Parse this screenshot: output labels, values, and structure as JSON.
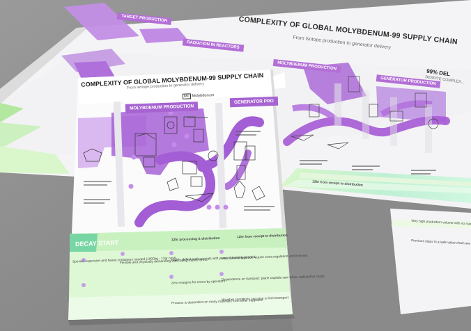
{
  "back_sheet": {
    "title": "COMPLEXITY OF GLOBAL MOLYBDENUM-99 SUPPLY CHAIN",
    "subtitle": "From isotope production to generator delivery",
    "tags": [
      "TARGET PRODUCTION",
      "RADIATION IN REACTORS",
      "MOLYBDENUM PRODUCTION",
      "GENERATOR PRODUCTION"
    ],
    "right_title": "99% DEL",
    "right_sub": "DESPITE COMPLEX..."
  },
  "front_sheet": {
    "title": "COMPLEXITY OF GLOBAL MOLYBDENUM-99 SUPPLY CHAIN",
    "subtitle": "From isotope production to generator delivery",
    "logo": "Molybdenum",
    "phases": [
      "MOLYBDENUM PRODUCTION",
      "GENERATOR PRO"
    ],
    "decay_label": "DECAY START",
    "notes": [
      "Special, expensive and heavy containers needed (1000kg - 12gr cost)",
      "Flexible and physically demanding work using robotic arms.",
      "Highly skilled professionals with years of training needed.",
      "Zero-margins for errors by operators",
      "Process is dependent on many materials from other suppliers.",
      "International logistics require extra regulation and licenses",
      "Dependence on transport: plane capitals can refuse radioactive cargo",
      "Weather conditions can stop or limit transport",
      "12hr processing & distribution",
      "12hr from receipt to distribution",
      "12hr from receipt to distribution",
      "Very high production volume with no margin for time (total generators tied)",
      "Previous steps in a safe value chain are crucial to transport & phar..."
    ]
  }
}
